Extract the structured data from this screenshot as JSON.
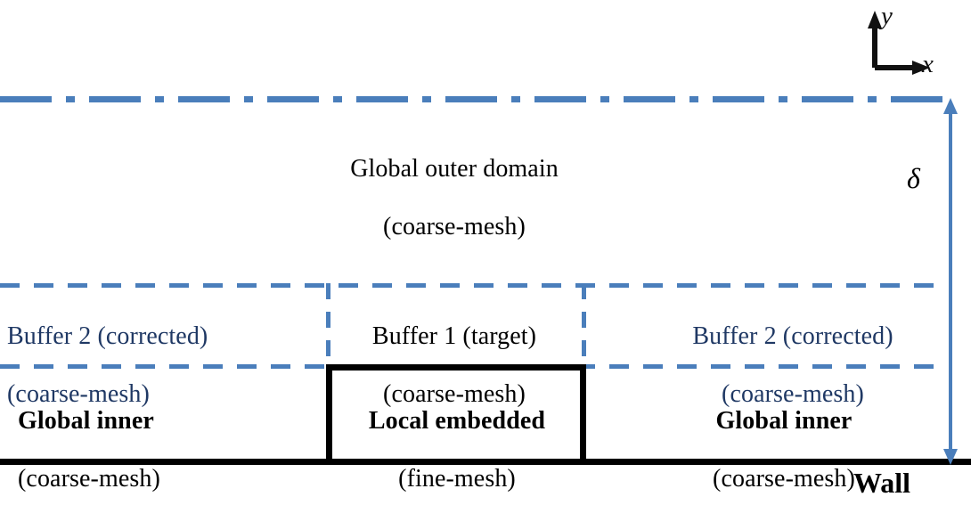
{
  "figure": {
    "type": "schematic-diagram",
    "background_color": "#ffffff",
    "colors": {
      "dash_dot_blue": "#4a7ebb",
      "dashed_blue": "#4a7ebb",
      "navy_text": "#1f3864",
      "black": "#000000",
      "arrow_blue": "#4a7ebb"
    }
  },
  "axes": {
    "x_label": "x",
    "y_label": "y"
  },
  "regions": {
    "outer_domain": {
      "line1": "Global outer domain",
      "line2": "(coarse-mesh)"
    },
    "buffer2_left": {
      "line1": "Buffer 2 (corrected)",
      "line2": "(coarse-mesh)"
    },
    "buffer1": {
      "line1": "Buffer 1 (target)",
      "line2": "(coarse-mesh)"
    },
    "buffer2_right": {
      "line1": "Buffer 2 (corrected)",
      "line2": "(coarse-mesh)"
    },
    "global_inner_left": {
      "line1": "Global inner",
      "line2": "(coarse-mesh)"
    },
    "local_embedded": {
      "line1": "Local embedded",
      "line2": "(fine-mesh)"
    },
    "global_inner_right": {
      "line1": "Global inner",
      "line2": "(coarse-mesh)"
    }
  },
  "annotations": {
    "boundary_layer_thickness": "δ",
    "wall": "Wall"
  }
}
